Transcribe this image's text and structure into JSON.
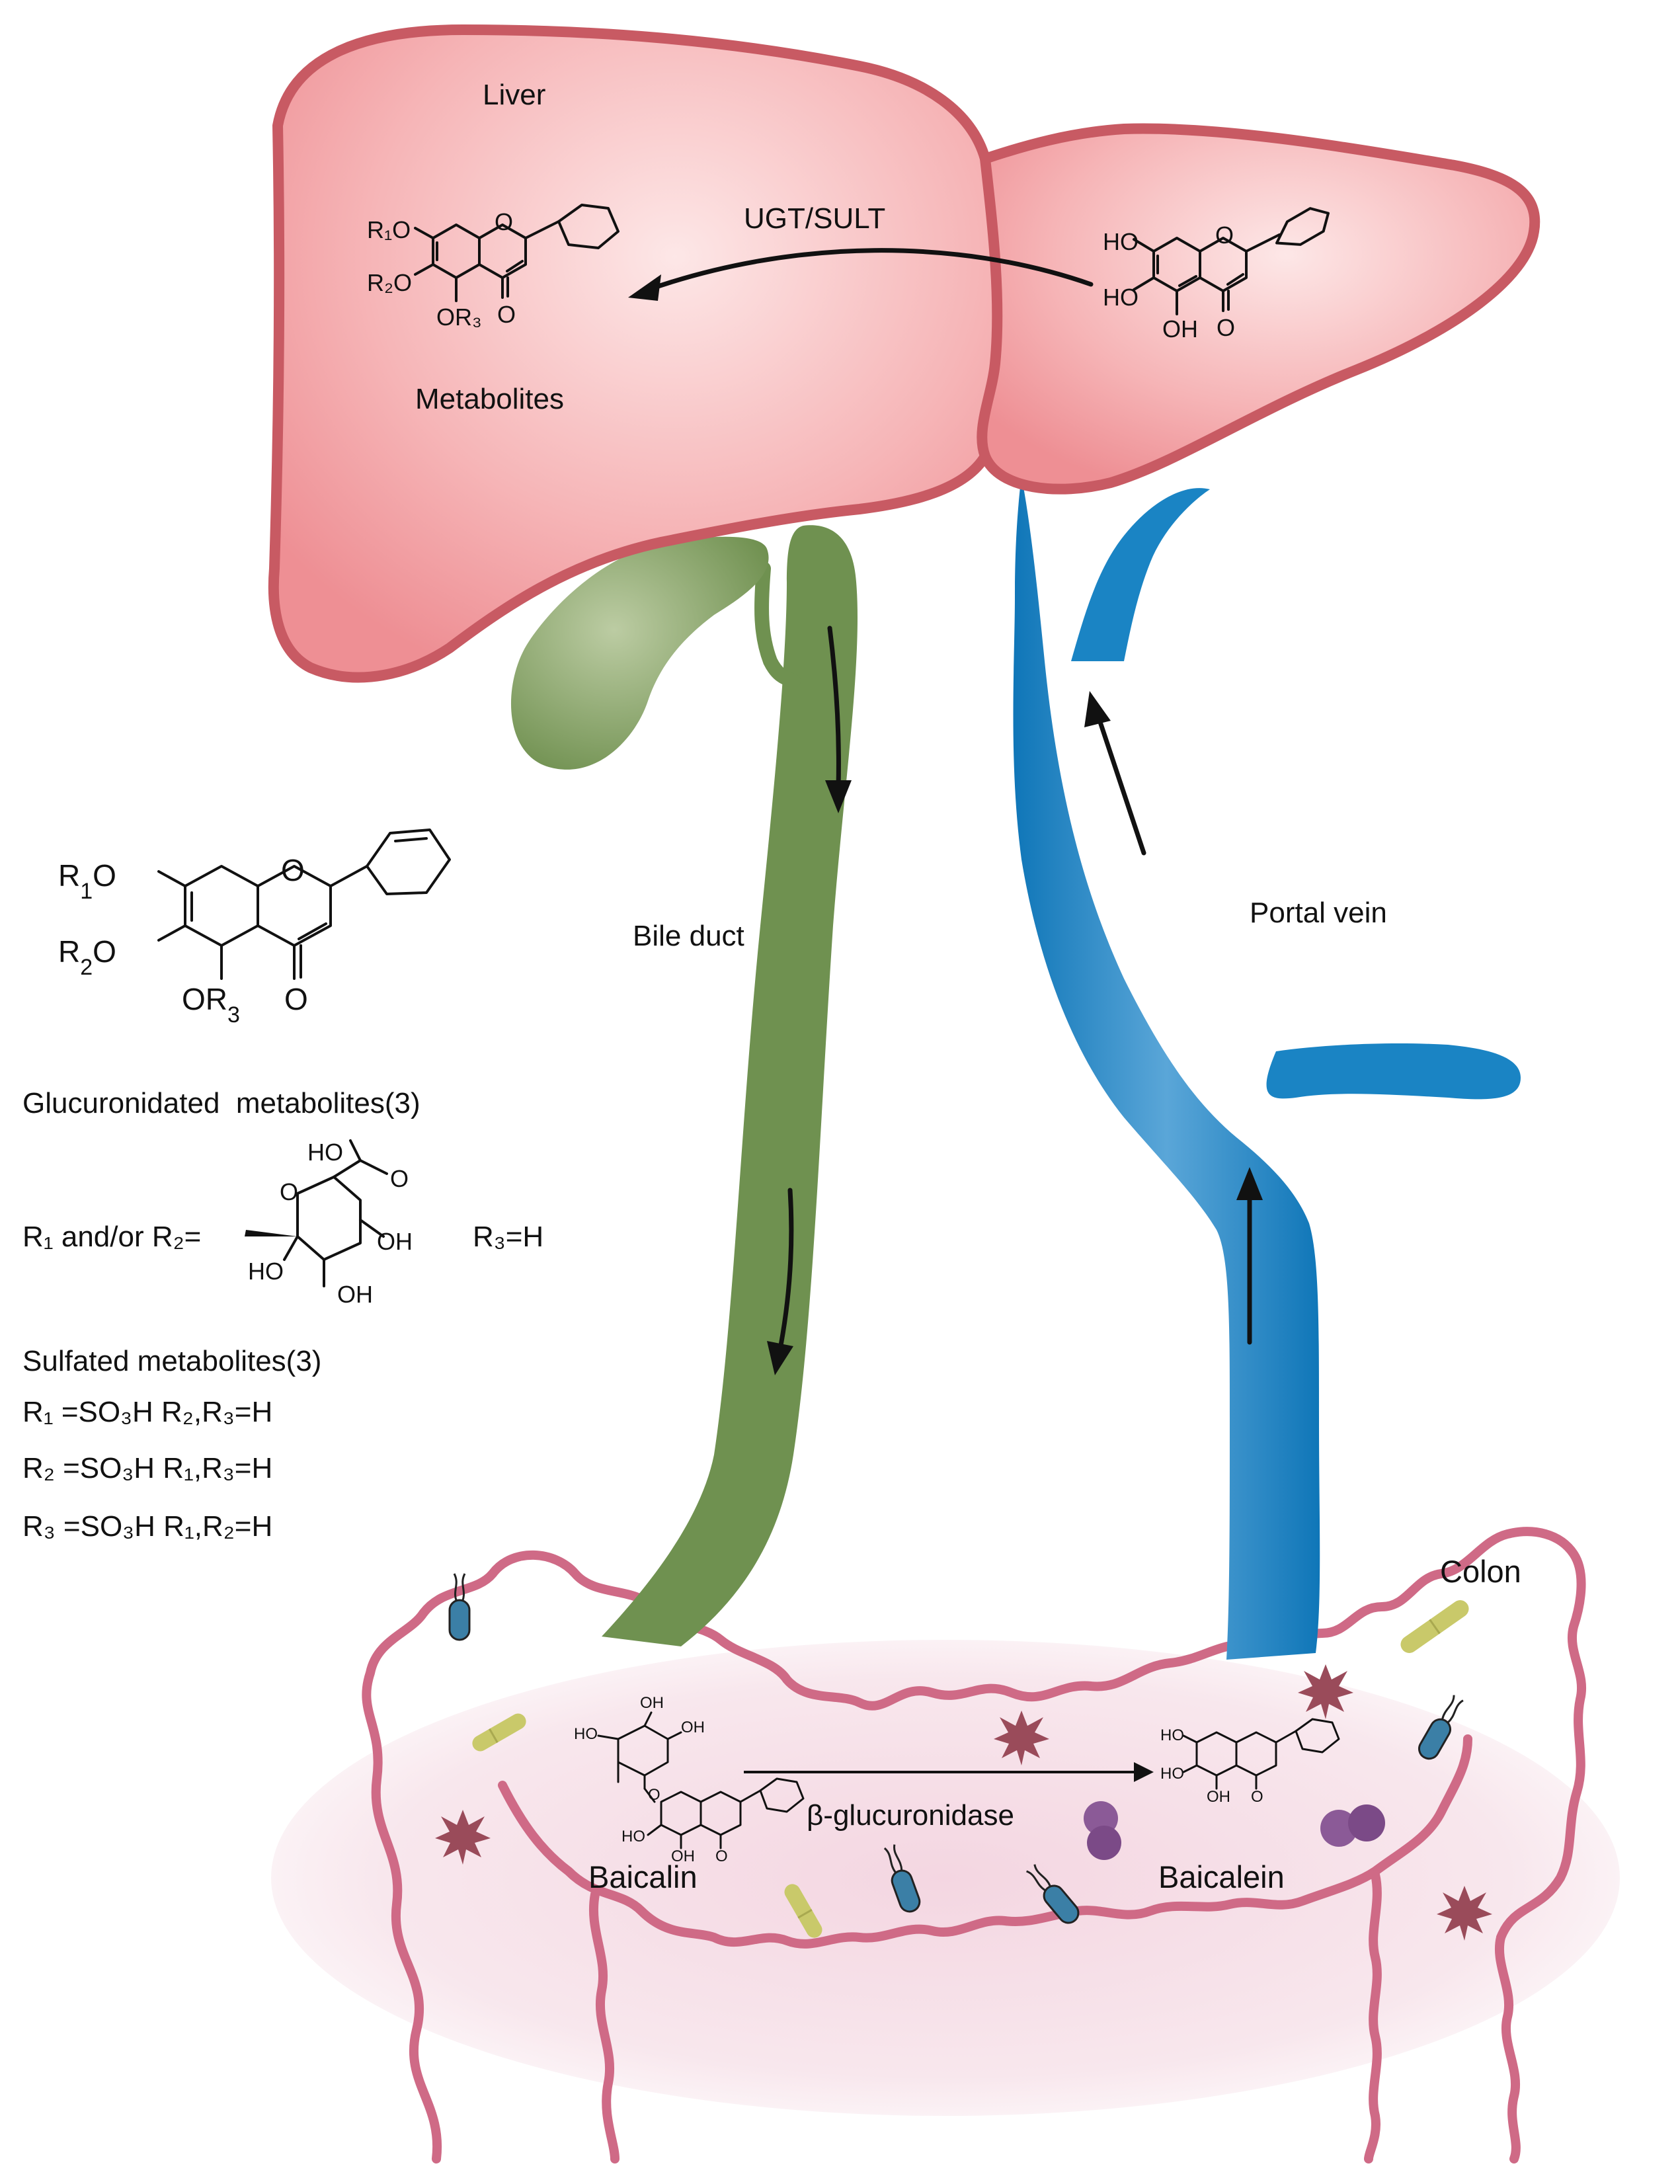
{
  "labels": {
    "liver": "Liver",
    "enzymes": "UGT/SULT",
    "metabolites": "Metabolites",
    "bile_duct": "Bile duct",
    "portal_vein": "Portal vein",
    "colon": "Colon",
    "baicalin": "Baicalin",
    "baicalein": "Baicalein",
    "beta_glucuronidase": "β-glucuronidase"
  },
  "legend": {
    "gluc_title": "Glucuronidated  metabolites(3)",
    "gluc_r": "R₁ and/or R₂=",
    "gluc_r3": "R₃=H",
    "sulf_title": "Sulfated metabolites(3)",
    "sulf_rows": [
      "R₁ =SO₃H R₂,R₃=H",
      "R₂ =SO₃H R₁,R₃=H",
      "R₃ =SO₃H R₁,R₂=H"
    ]
  },
  "chem": {
    "ho": "HO",
    "oh": "OH",
    "o": "O",
    "r1o": "R₁O",
    "r2o": "R₂O",
    "or3": "OR₃",
    "r1o_big": "R1O",
    "r2o_big": "R2O",
    "or3_big": "OR3"
  },
  "colors": {
    "liver_fill": "#f3a3a6",
    "liver_edge": "#c85a63",
    "bile_green": "#6f9150",
    "portal_blue": "#1a84c4",
    "colon_edge": "#cf6a86",
    "colon_fill": "#f4dbe4",
    "bacteria_blue": "#3b7fa6",
    "bacteria_yellow": "#c9c96a",
    "bacteria_purple": "#8b5a97",
    "virus": "#9a4b5a"
  },
  "icons": [
    "arrow-icon",
    "bacterium-icon",
    "rod-bacterium-icon",
    "virus-icon",
    "diplococcus-icon"
  ]
}
